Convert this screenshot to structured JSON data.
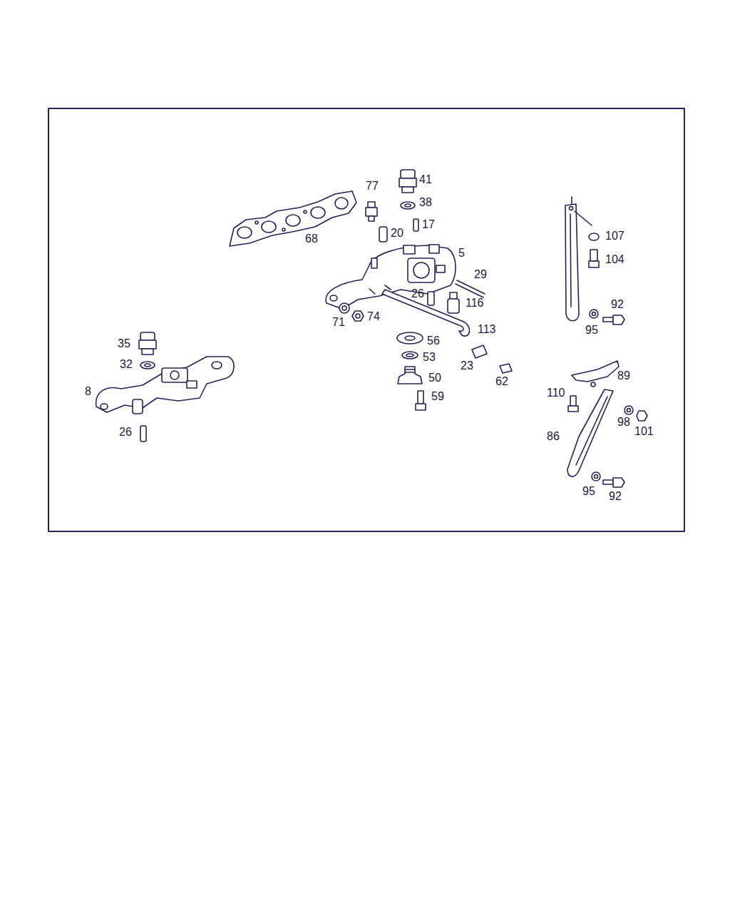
{
  "diagram": {
    "labels": [
      "41",
      "77",
      "38",
      "17",
      "20",
      "68",
      "5",
      "107",
      "104",
      "29",
      "26",
      "116",
      "92",
      "71",
      "74",
      "95",
      "113",
      "56",
      "35",
      "53",
      "32",
      "23",
      "89",
      "50",
      "62",
      "8",
      "110",
      "59",
      "98",
      "101",
      "26",
      "86",
      "95",
      "92"
    ]
  }
}
